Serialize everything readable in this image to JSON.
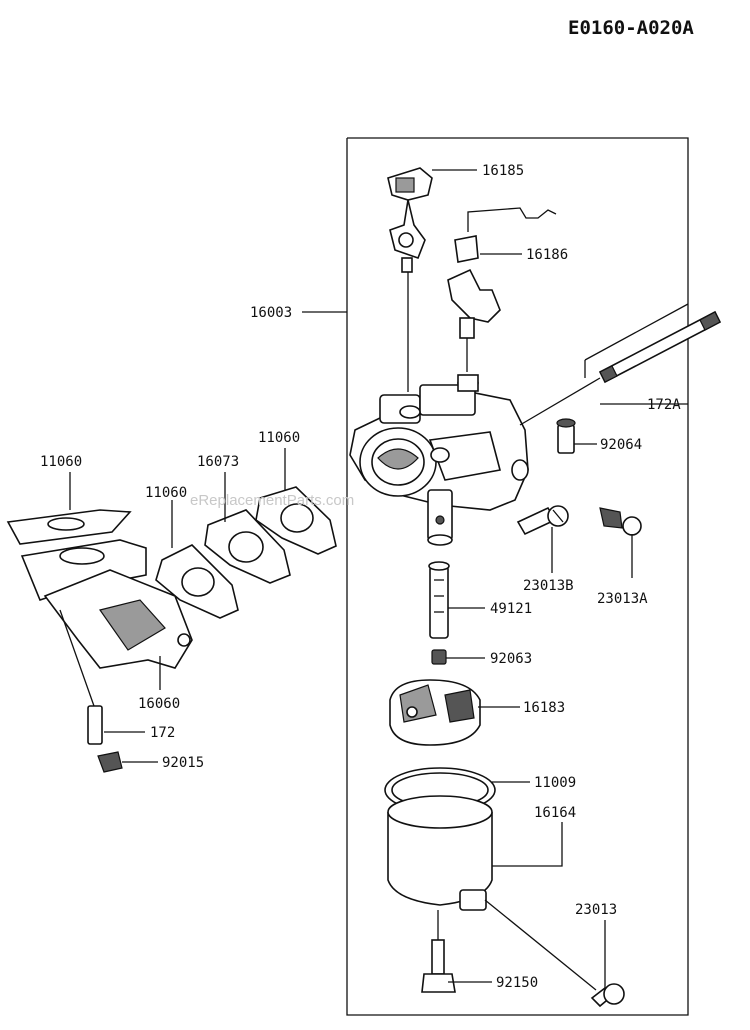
{
  "diagram_id": "E0160-A020A",
  "watermark": "eReplacementParts.com",
  "parts": {
    "p16185": "16185",
    "p16186": "16186",
    "p16003": "16003",
    "p172A": "172A",
    "p92064": "92064",
    "p11060_top": "11060",
    "p11060_left": "11060",
    "p16073": "16073",
    "p11060_mid": "11060",
    "p23013B": "23013B",
    "p23013A": "23013A",
    "p49121": "49121",
    "p16060": "16060",
    "p92063": "92063",
    "p172": "172",
    "p92015": "92015",
    "p16183": "16183",
    "p11009": "11009",
    "p16164": "16164",
    "p23013": "23013",
    "p92150": "92150"
  }
}
